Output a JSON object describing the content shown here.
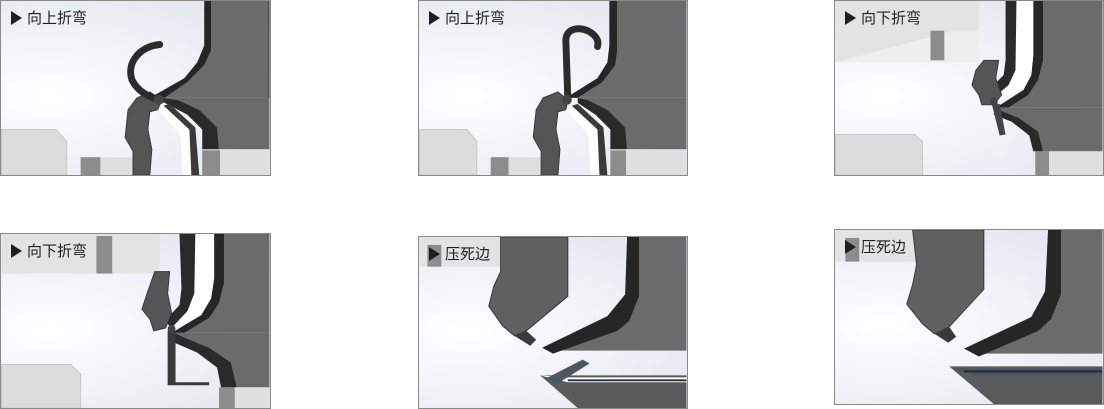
{
  "panels": [
    {
      "label": "向上折弯"
    },
    {
      "label": "向上折弯"
    },
    {
      "label": "向下折弯"
    },
    {
      "label": "向下折弯"
    },
    {
      "label": "压死边"
    },
    {
      "label": "压死边"
    }
  ],
  "colors": {
    "tool_dark": "#2a2a2a",
    "tool_mid": "#5a5a5a",
    "tool_gray": "#6b6b6b",
    "block_light": "#d9d9d9",
    "block_mid": "#8c8c8c"
  }
}
